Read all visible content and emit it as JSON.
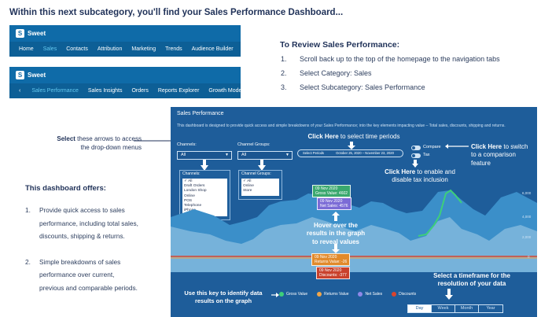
{
  "heading": "Within this next subcategory, you'll find your Sales Performance Dashboard...",
  "nav1": {
    "brand": "Sweet",
    "items": [
      "Home",
      "Sales",
      "Contacts",
      "Attribution",
      "Marketing",
      "Trends",
      "Audience Builder"
    ],
    "active_index": 1
  },
  "nav2": {
    "brand": "Sweet",
    "back": "‹",
    "items": [
      "Sales Performance",
      "Sales Insights",
      "Orders",
      "Reports Explorer",
      "Growth Modeller"
    ],
    "active_index": 0
  },
  "review": {
    "title": "To Review Sales Performance:",
    "steps": [
      {
        "n": "1.",
        "text": "Scroll back up to the top of the homepage to the navigation tabs"
      },
      {
        "n": "2.",
        "text": "Select Category: Sales"
      },
      {
        "n": "3.",
        "text": "Select Subcategory: Sales Performance"
      }
    ]
  },
  "left_note": {
    "bold": "Select",
    "rest1": " these arrows to access",
    "rest2": "the drop-down menus"
  },
  "offers": {
    "title": "This dashboard offers:",
    "items": [
      {
        "n": "1.",
        "l1": "Provide quick access to sales",
        "l2": "performance, including total sales,",
        "l3": "discounts, shipping & returns."
      },
      {
        "n": "2.",
        "l1": "Simple breakdowns of sales",
        "l2": "performance over current,",
        "l3": "previous and comparable periods."
      }
    ]
  },
  "dashboard": {
    "title": "Sales Performance",
    "description": "This dashboard is designed to provide quick access and simple breakdowns of your Sales Performance; into the key elements impacting value – Total sales, discounts, shipping and returns.",
    "channels_label": "Channels:",
    "channels_value": "All",
    "channel_groups_label": "Channel Groups:",
    "channel_groups_value": "All",
    "channels_list_title": "Channels:",
    "channels_list": [
      "✓ All",
      "Draft Orders",
      "London Shop",
      "Online",
      "POS",
      "Telephone",
      "iPhone"
    ],
    "groups_list_title": "Channel Groups:",
    "groups_list": [
      "✓ All",
      "Online",
      "Store"
    ],
    "period_label": "Select Periods",
    "period_value": "October 25, 2020 – November 23, 2020",
    "compare_label": "Compare",
    "tax_label": "Tax",
    "y_labels": [
      "6,000",
      "4,000",
      "2,000",
      "0"
    ],
    "tip_gross": {
      "date": "09 Nov 2020",
      "value": "Gross Value: 4602"
    },
    "tip_net": {
      "date": "09 Nov 2020",
      "value": "Net Sales: 4576"
    },
    "tip_returns": {
      "date": "09 Nov 2020",
      "value": "Returns Value: -26"
    },
    "tip_discounts": {
      "date": "09 Nov 2020",
      "value": "Discounts: -377"
    },
    "legend": [
      {
        "label": "Gross Value",
        "color": "#3ecf7a"
      },
      {
        "label": "Returns Value",
        "color": "#f0a64a"
      },
      {
        "label": "Net Sales",
        "color": "#8f88e8"
      },
      {
        "label": "Discounts",
        "color": "#d9442e"
      }
    ],
    "timeframes": [
      "Day",
      "Week",
      "Month",
      "Year"
    ],
    "timeframe_active": 0
  },
  "callouts": {
    "periods": {
      "bold": "Click Here",
      "rest": " to select time periods"
    },
    "compare": {
      "bold": "Click Here",
      "rest1": " to switch",
      "rest2": "to a comparison",
      "rest3": "feature"
    },
    "tax": {
      "bold": "Click Here",
      "rest1": " to enable and",
      "rest2": "disable tax inclusion"
    },
    "hover": {
      "l1": "Hover over the",
      "l2": "results in the graph",
      "l3": "to reveal values"
    },
    "key": {
      "l1": "Use this key to identify data",
      "l2": "results on the graph"
    },
    "timeframe": {
      "l1": "Select a timeframe for the",
      "l2": "resolution of your data"
    }
  }
}
